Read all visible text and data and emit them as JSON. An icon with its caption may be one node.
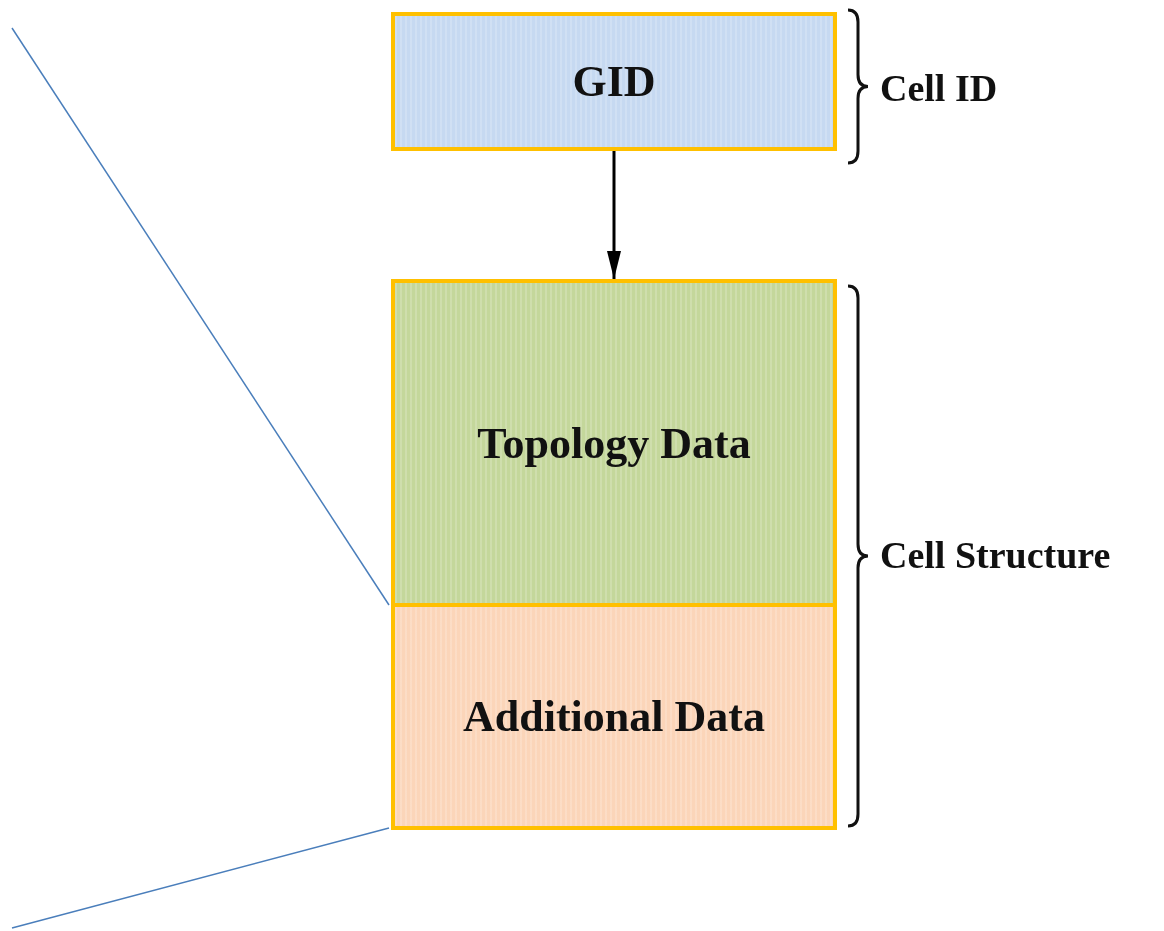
{
  "diagram": {
    "nodes": [
      {
        "text": [
          "GID"
        ]
      },
      {
        "text": [
          "Topology Data"
        ]
      },
      {
        "text": [
          "Additional Data"
        ]
      }
    ],
    "edges": [
      {
        "from": 0,
        "to": 1,
        "arrow": "to",
        "color": "#000000"
      },
      {
        "from": null,
        "to": 2,
        "arrow": "none",
        "color": "#4a7ebb"
      },
      {
        "from": null,
        "to": 2,
        "arrow": "none",
        "color": "#4a7ebb"
      }
    ],
    "labels": [
      "Cell ID",
      "Cell Structure"
    ]
  }
}
